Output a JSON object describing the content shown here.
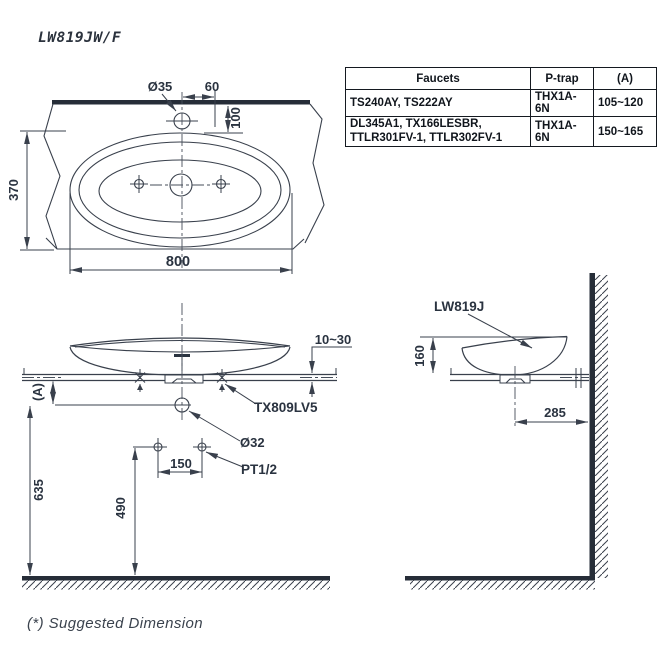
{
  "title": "LW819JW/F",
  "table": {
    "headers": [
      "Faucets",
      "P-trap",
      "(A)"
    ],
    "rows": [
      {
        "cells": [
          "TS240AY, TS222AY",
          "THX1A-6N",
          "105~120"
        ]
      },
      {
        "cells": [
          "DL345A1, TX166LESBR,\nTTLR301FV-1, TTLR302FV-1",
          "THX1A-6N",
          "150~165"
        ]
      }
    ]
  },
  "plan_view": {
    "faucet_hole_dia": "Ø35",
    "dim_faucet_offset": "60",
    "dim_faucet_depth": "100",
    "dim_basin_depth": "370",
    "dim_basin_width": "800"
  },
  "front_view": {
    "dim_counter_thickness": "10~30",
    "dim_a": "(A)",
    "label_drain_fitting": "TX809LV5",
    "dim_drain_dia": "Ø32",
    "label_supply": "PT1/2",
    "dim_supply_spacing": "150",
    "dim_drain_height": "635",
    "dim_supply_height": "490"
  },
  "side_view": {
    "label_model": "LW819J",
    "dim_basin_height": "160",
    "dim_center_to_wall": "285"
  },
  "footer": {
    "note": "(*) Suggested Dimension"
  },
  "colors": {
    "line": "#39404c",
    "thick": "#262d38",
    "text": "#2a3340"
  }
}
